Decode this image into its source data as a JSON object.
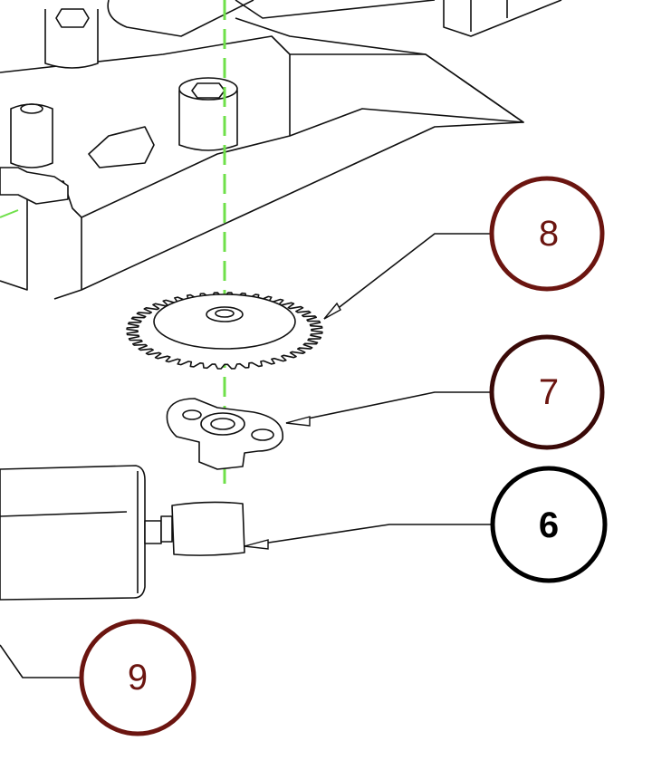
{
  "callouts": [
    {
      "label": "8",
      "part": "gear",
      "color": "#6b1510"
    },
    {
      "label": "7",
      "part": "cam-bracket",
      "color": "#3a0a08",
      "text_color": "#6b1510"
    },
    {
      "label": "6",
      "part": "motor-coupling",
      "color": "#000000"
    },
    {
      "label": "9",
      "part": "motor",
      "color": "#6b1510"
    }
  ],
  "colors": {
    "axis_line": "#6fe04a",
    "line": "#111111"
  }
}
